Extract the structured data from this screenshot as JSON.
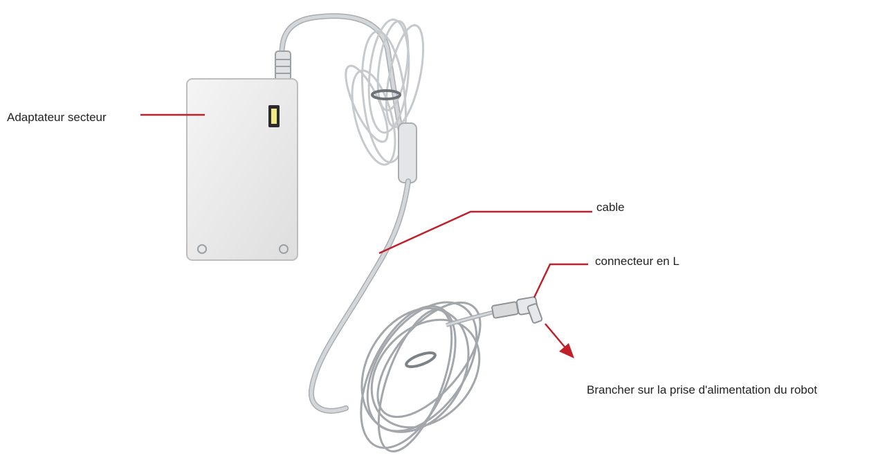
{
  "labels": {
    "adapter": "Adaptateur secteur",
    "cable": "cable",
    "connector": "connecteur en L",
    "plug_instruction": "Brancher sur la prise d'alimentation du robot"
  },
  "colors": {
    "leader_line": "#c0202a",
    "arrow": "#c0202a",
    "cable": "#d4d7da",
    "cable_outline": "#a9adb1",
    "adapter_body": "#ececec",
    "adapter_outline": "#bdbdbd",
    "led": "#f2e98a",
    "text": "#222222"
  }
}
